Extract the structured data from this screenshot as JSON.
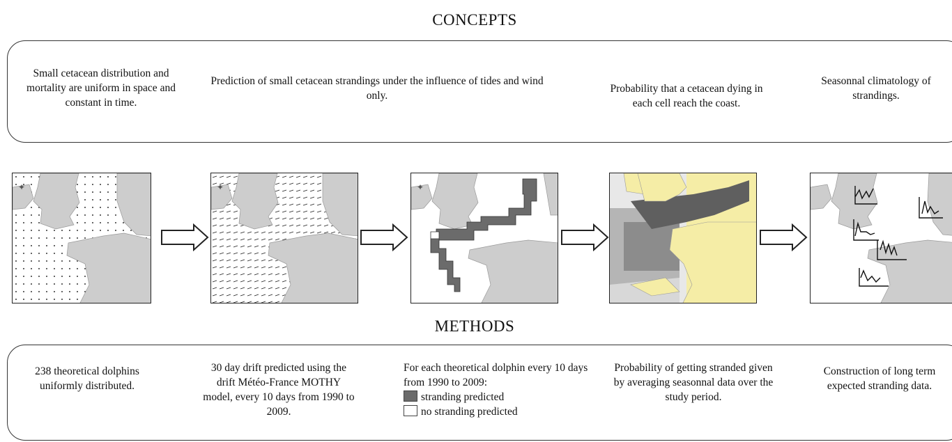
{
  "concepts": {
    "title": "CONCEPTS",
    "items": [
      "Small cetacean distribution and mortality are uniform in space and constant in time.",
      "Prediction of small cetacean strandings under the influence  of tides and wind only.",
      "Probability that a cetacean dying in each cell reach the coast.",
      "Seasonnal climatology of strandings."
    ]
  },
  "methods": {
    "title": "METHODS",
    "items": [
      "238 theoretical dolphins uniformly distributed.",
      "30 day drift predicted using the drift Météo-France MOTHY model, every 10 days from 1990 to 2009.",
      "For each theoretical dolphin every 10 days from 1990 to 2009:",
      "Probability of getting stranded given by averaging seasonnal data over the study period.",
      "Construction of long term expected stranding data."
    ],
    "legend": [
      {
        "label": "stranding predicted",
        "color": "#6b6b6b"
      },
      {
        "label": "no stranding  predicted",
        "color": "#ffffff"
      }
    ]
  },
  "colors": {
    "land": "#cdcdcd",
    "sea": "#ffffff",
    "probability_land": "#f5eda6",
    "stranding_cell": "#6b6b6b"
  }
}
